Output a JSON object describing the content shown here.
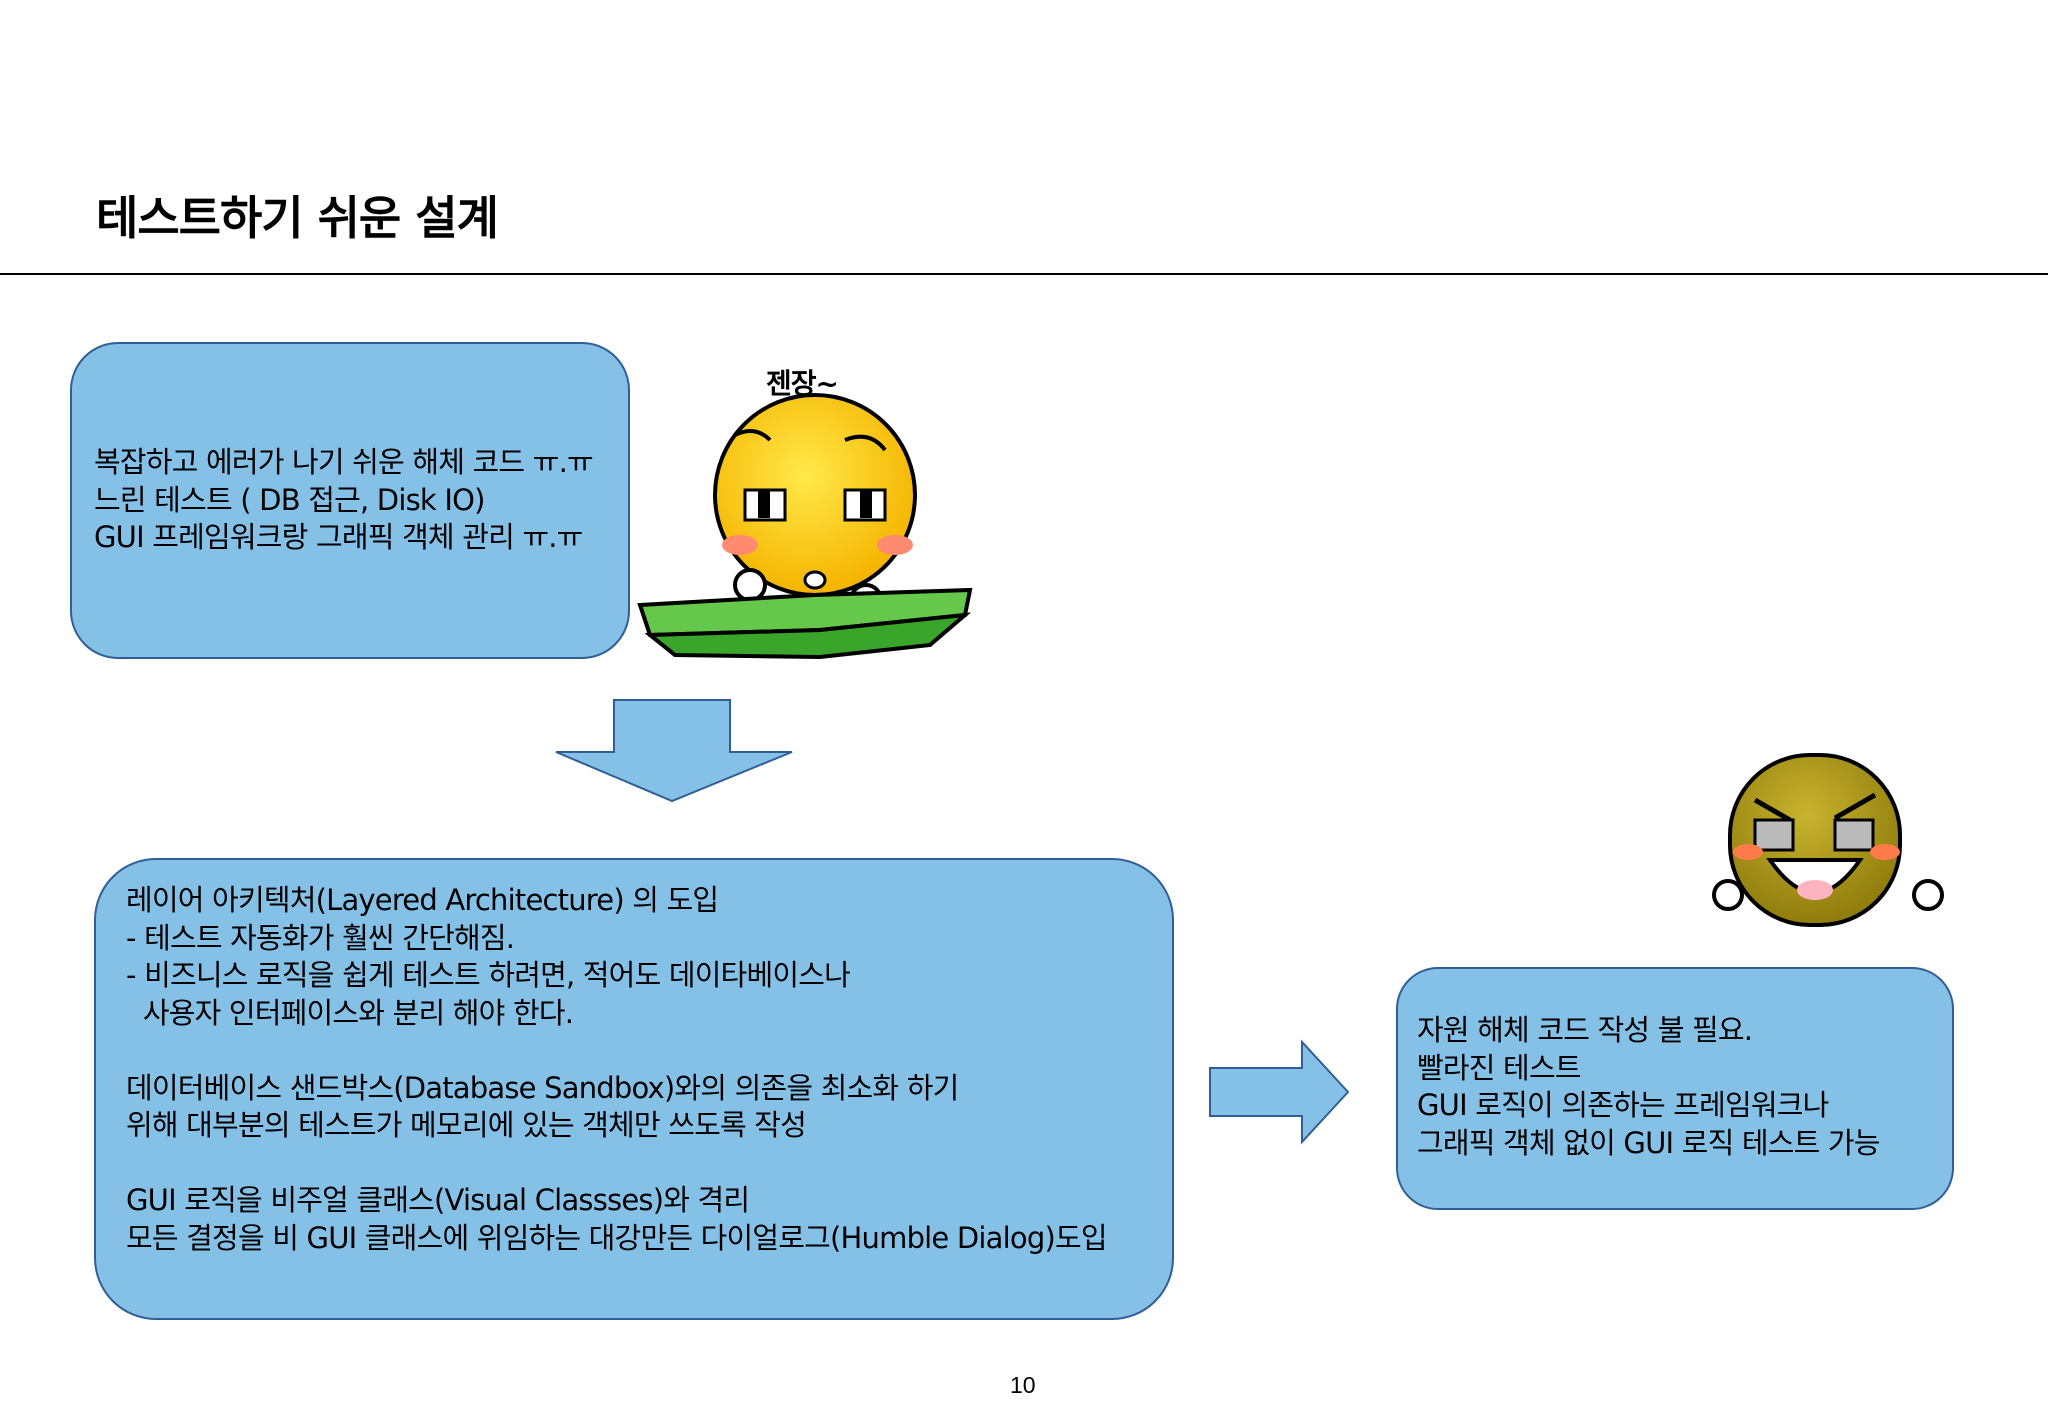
{
  "slide": {
    "title": "테스트하기 쉬운 설계",
    "page_number": "10"
  },
  "problem_box": {
    "lines": [
      "복잡하고 에러가 나기 쉬운 해체 코드 ㅠ.ㅠ",
      "느린 테스트 ( DB 접근, Disk IO)",
      "GUI 프레임워크랑 그래픽 객체 관리 ㅠ.ㅠ"
    ]
  },
  "character_caption": "젠장~",
  "solution_box": {
    "lines": [
      "레이어 아키텍처(Layered Architecture) 의 도입",
      "- 테스트 자동화가 훨씬 간단해짐.",
      "- 비즈니스 로직을 쉽게 테스트 하려면, 적어도 데이타베이스나",
      "  사용자 인터페이스와 분리 해야 한다.",
      "",
      "데이터베이스 샌드박스(Database Sandbox)와의 의존을 최소화 하기",
      "위해 대부분의 테스트가 메모리에 있는 객체만 쓰도록 작성",
      "",
      "GUI 로직을 비주얼 클래스(Visual Classses)와 격리",
      "모든 결정을 비 GUI 클래스에 위임하는 대강만든 다이얼로그(Humble Dialog)도입"
    ]
  },
  "result_box": {
    "lines": [
      "자원 해체 코드 작성 불 필요.",
      "빨라진 테스트",
      "GUI 로직이 의존하는 프레임워크나",
      "그래픽 객체 없이 GUI 로직 테스트 가능"
    ]
  },
  "colors": {
    "box_fill": "#85c1e7",
    "box_border": "#2f5f96",
    "arrow_fill": "#85c1e7"
  },
  "icons": [
    "down-arrow-icon",
    "right-arrow-icon",
    "frustrated-character-icon",
    "happy-character-icon"
  ]
}
